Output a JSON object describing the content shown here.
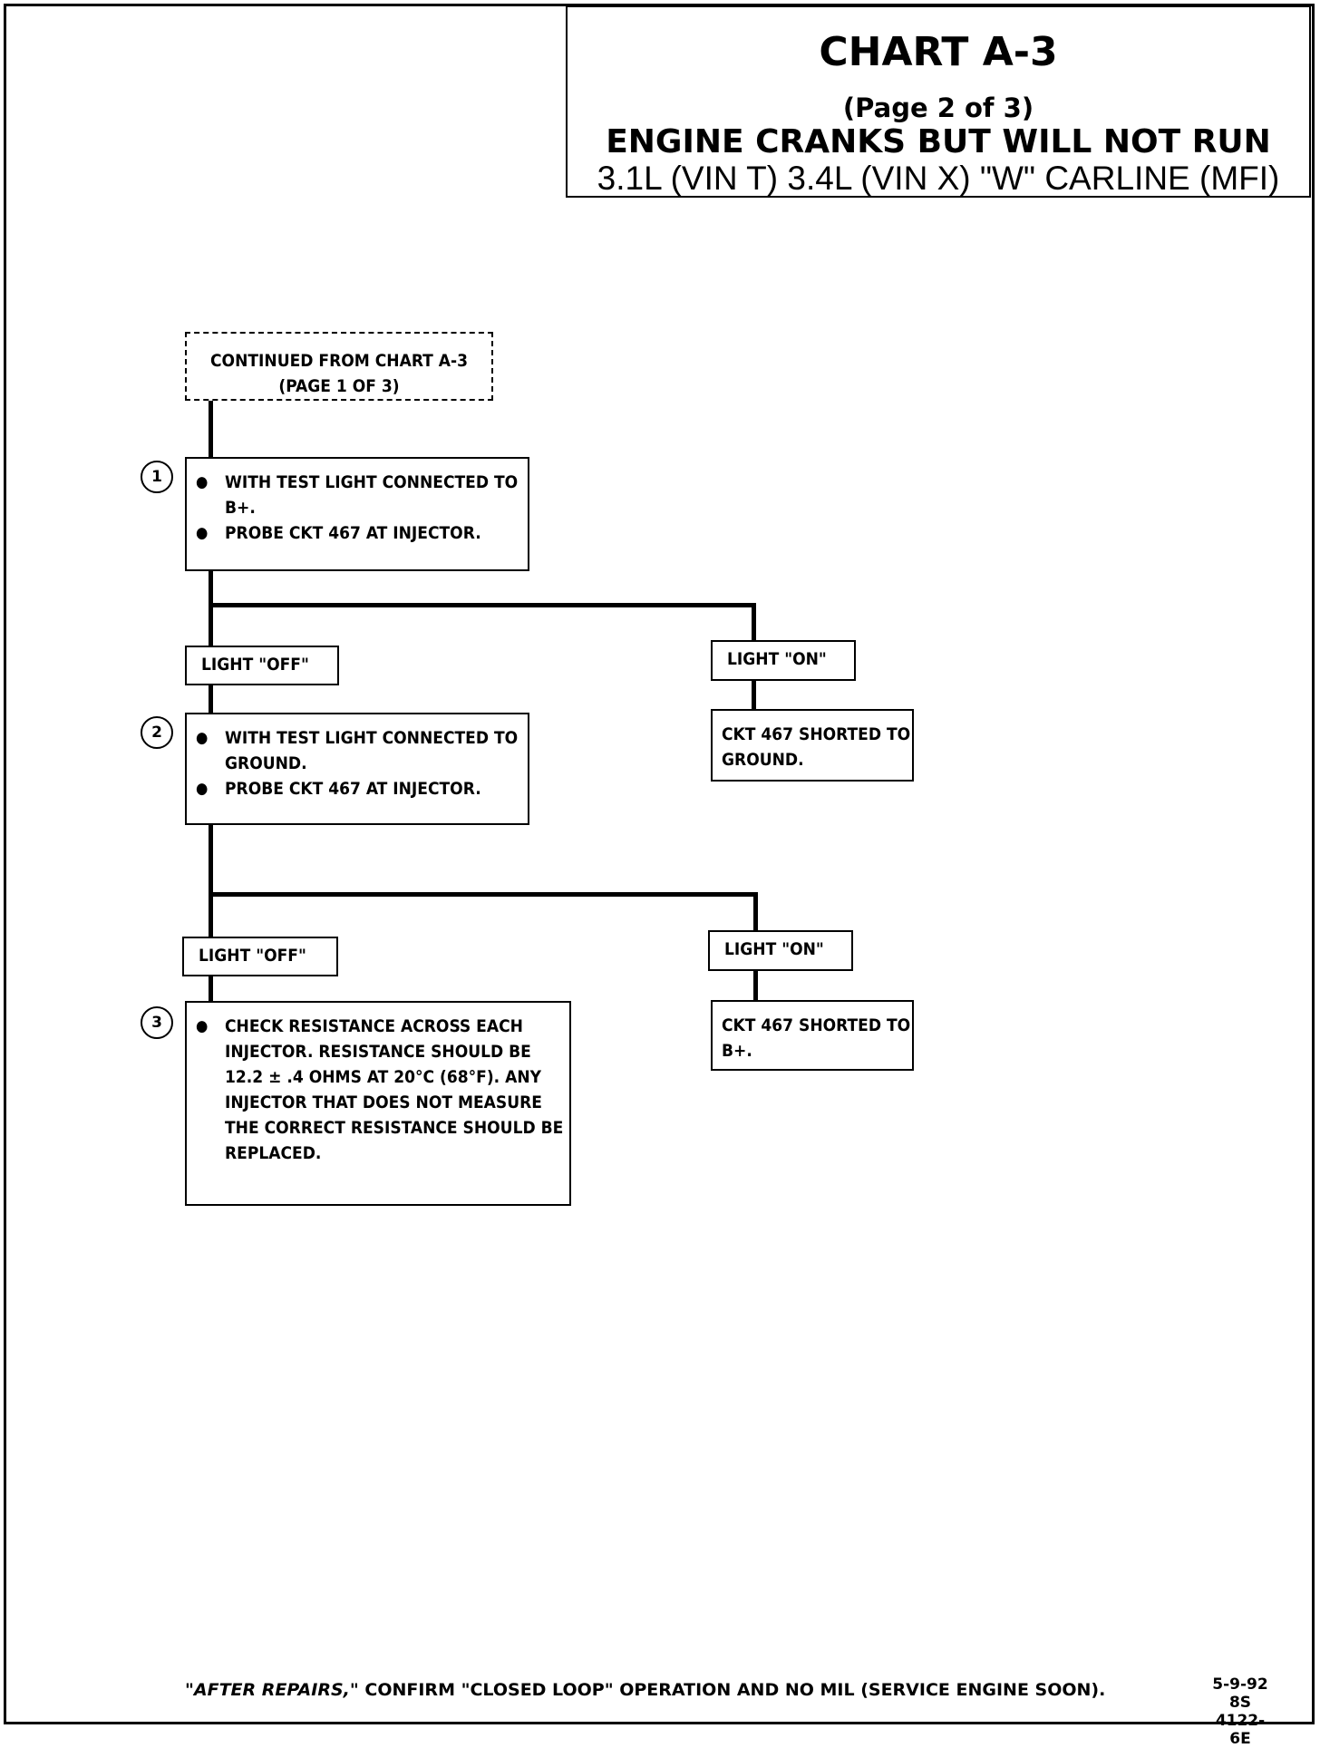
{
  "header": {
    "title": "CHART A-3",
    "page": "(Page 2 of 3)",
    "subtitle": "ENGINE CRANKS BUT WILL NOT RUN",
    "engine": "3.1L (VIN T) 3.4L (VIN X) \"W\" CARLINE (MFI)"
  },
  "flowchart": {
    "start": {
      "line1": "CONTINUED FROM CHART A-3",
      "line2": "(PAGE 1 OF 3)"
    },
    "steps": [
      {
        "number": "1",
        "bullets": [
          "WITH TEST LIGHT CONNECTED TO B+.",
          "PROBE CKT 467 AT INJECTOR."
        ]
      },
      {
        "number": "2",
        "bullets": [
          "WITH TEST LIGHT CONNECTED TO GROUND.",
          "PROBE CKT 467 AT INJECTOR."
        ]
      },
      {
        "number": "3",
        "bullets": [
          "CHECK RESISTANCE ACROSS EACH INJECTOR. RESISTANCE SHOULD BE 12.2 ± .4 OHMS AT 20°C (68°F). ANY INJECTOR THAT DOES NOT MEASURE THE CORRECT RESISTANCE SHOULD BE REPLACED."
        ]
      }
    ],
    "branches": [
      {
        "off_label": "LIGHT \"OFF\"",
        "on_label": "LIGHT \"ON\"",
        "on_result": "CKT 467 SHORTED TO GROUND."
      },
      {
        "off_label": "LIGHT \"OFF\"",
        "on_label": "LIGHT \"ON\"",
        "on_result": "CKT 467 SHORTED TO B+."
      }
    ]
  },
  "footer": {
    "after_repairs": "\"AFTER REPAIRS,\"",
    "confirm_text": "CONFIRM \"CLOSED LOOP\" OPERATION AND NO MIL (SERVICE ENGINE SOON).",
    "date": "5-9-92",
    "code": "8S 4122-6E"
  }
}
